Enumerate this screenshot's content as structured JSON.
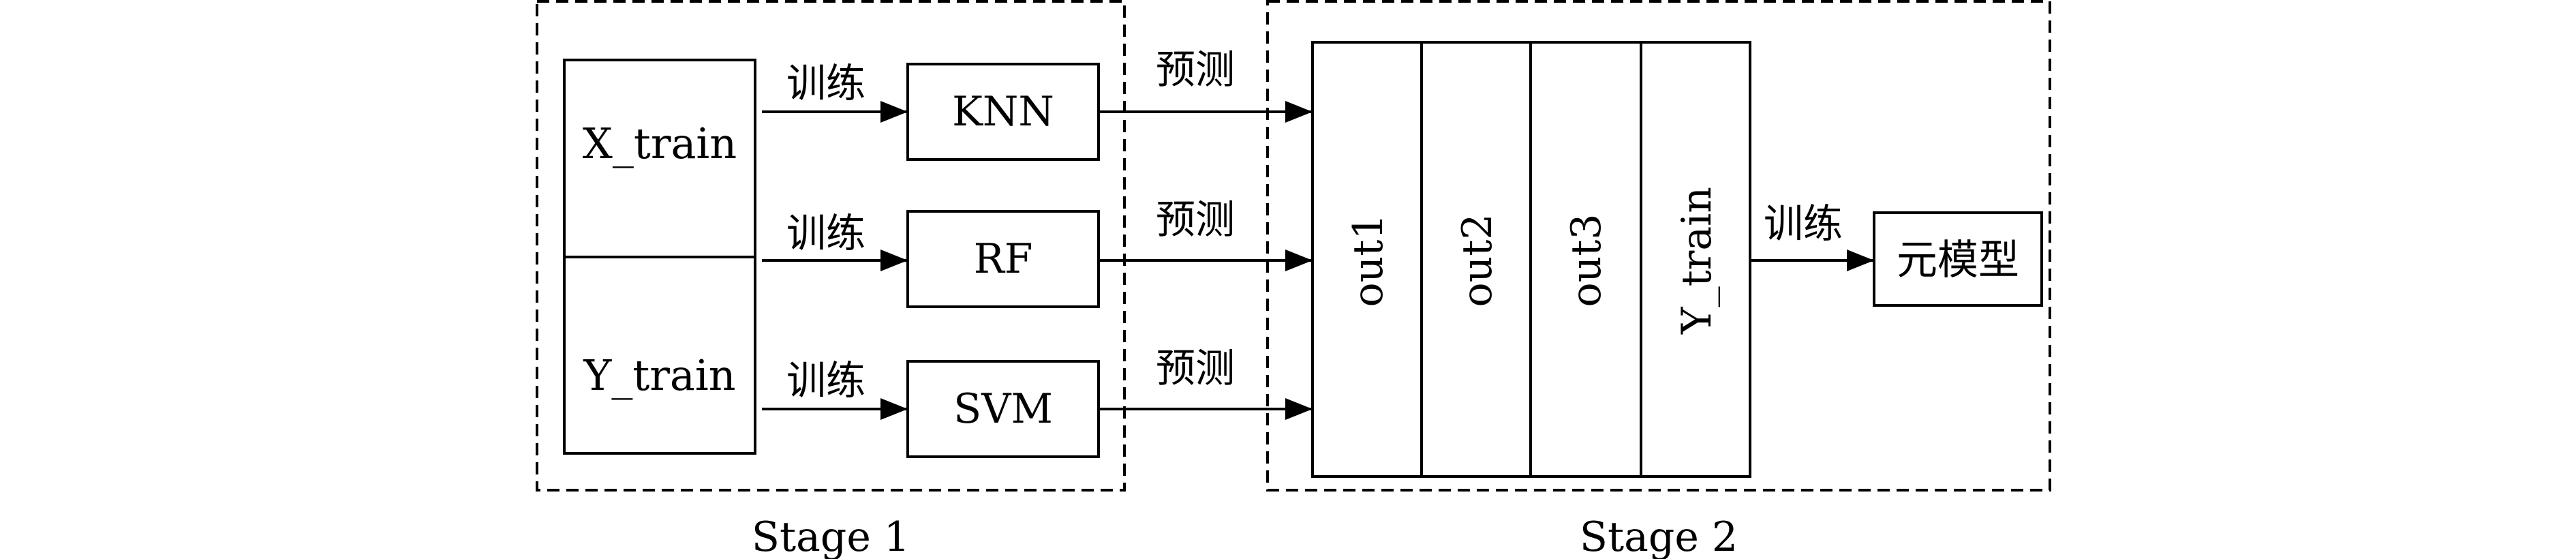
{
  "stage1": {
    "label": "Stage 1",
    "inputs": {
      "x_train": "X_train",
      "y_train": "Y_train"
    },
    "train_label": "训练",
    "models": [
      "KNN",
      "RF",
      "SVM"
    ]
  },
  "stage2": {
    "label": "Stage 2",
    "predict_label": "预测",
    "columns": [
      "out1",
      "out2",
      "out3",
      "Y_train"
    ],
    "train_label": "训练",
    "meta_model": "元模型"
  }
}
